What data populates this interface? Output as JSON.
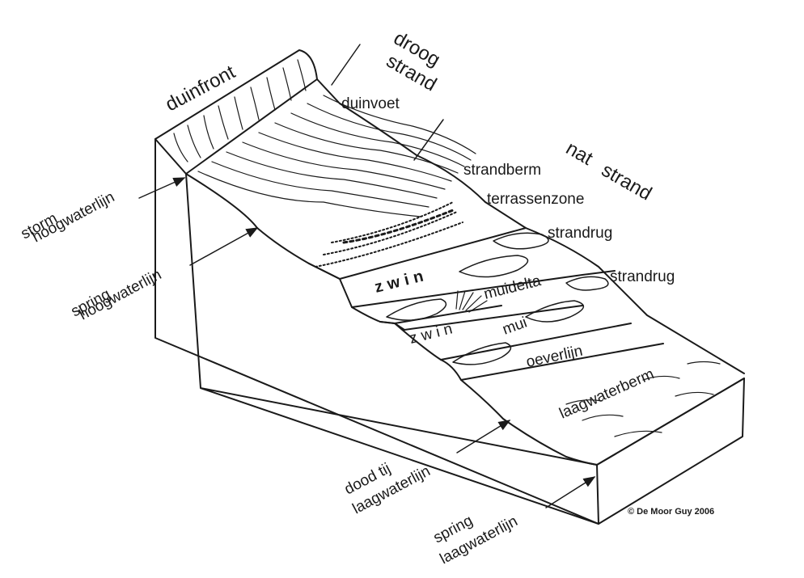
{
  "labels": {
    "duinfront": "duinfront",
    "droog_strand_line1": "droog",
    "droog_strand_line2": "strand",
    "duinvoet": "duinvoet",
    "nat_strand_line1": "nat",
    "nat_strand_line2": "strand",
    "strandberm": "strandberm",
    "terrassenzone": "terrassenzone",
    "strandrug_upper": "strandrug",
    "strandrug_lower": "strandrug",
    "storm_hoogwaterlijn_line1": "storm",
    "storm_hoogwaterlijn_line2": "hoogwaterlijn",
    "spring_hoogwaterlijn_line1": "spring",
    "spring_hoogwaterlijn_line2": "hoogwaterlijn",
    "zwin_upper": "zwin",
    "zwin_lower": "z w i n",
    "muidelta": "muidelta",
    "mui": "mui",
    "oeverlijn": "oeverlijn",
    "laagwaterberm": "laagwaterberm",
    "dood_tij_line1": "dood tij",
    "dood_tij_line2": "laagwaterlijn",
    "spring_laagwaterlijn_line1": "spring",
    "spring_laagwaterlijn_line2": "laagwaterlijn",
    "copyright": "© De Moor Guy 2006"
  },
  "colors": {
    "ink": "#1a1a1a",
    "paper": "#ffffff"
  }
}
